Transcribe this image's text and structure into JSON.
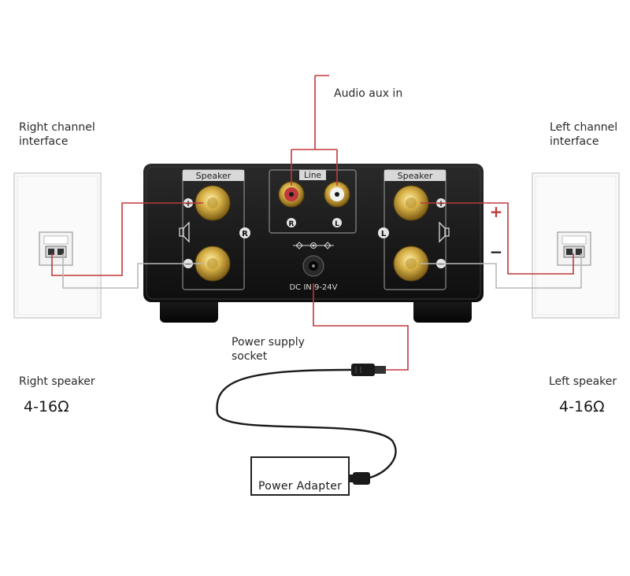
{
  "labels": {
    "audio_aux_in": "Audio aux in",
    "right_channel": "Right channel\ninterface",
    "left_channel": "Left channel\ninterface",
    "power_supply": "Power supply\nsocket",
    "right_speaker": "Right speaker",
    "left_speaker": "Left speaker",
    "right_impedance": "4-16Ω",
    "left_impedance": "4-16Ω",
    "power_adapter": "Power  Adapter"
  },
  "panel": {
    "speaker_left_header": "Speaker",
    "speaker_right_header": "Speaker",
    "line_header": "Line",
    "rca_right_letter": "R",
    "rca_left_letter": "L",
    "right_side_letter": "R",
    "left_side_letter": "L",
    "plus_sign": "+",
    "minus_sign": "−",
    "dc_label": "DC IN 9-24V"
  },
  "polarity": {
    "plus": "+",
    "minus": "−"
  },
  "colors": {
    "wire_red": "#c0393b",
    "wire_gray": "#b8b8b8",
    "amp_body": "#1b1b1b",
    "gold": "#c9a23a"
  }
}
